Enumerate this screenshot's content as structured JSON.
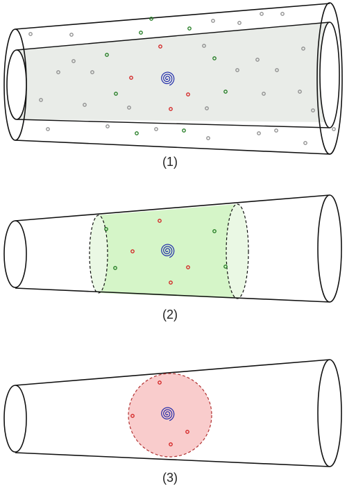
{
  "panels": [
    {
      "label": "(1)"
    },
    {
      "label": "(2)"
    },
    {
      "label": "(3)"
    }
  ],
  "colors": {
    "outline": "#111111",
    "tube_fill": "#e9ece8",
    "band_fill": "#d5f5c8",
    "band_cap_fill": "#eaf8e4",
    "sphere_fill": "#f9cccc",
    "sphere_stroke": "#b03030",
    "spiral": "#1f2aa8",
    "dot_red": "#d32020",
    "dot_green": "#1f7a1f",
    "dot_gray": "#8c8c8c"
  },
  "icons": {
    "center_marker": "spiral-icon",
    "particle": "dot-icon"
  }
}
